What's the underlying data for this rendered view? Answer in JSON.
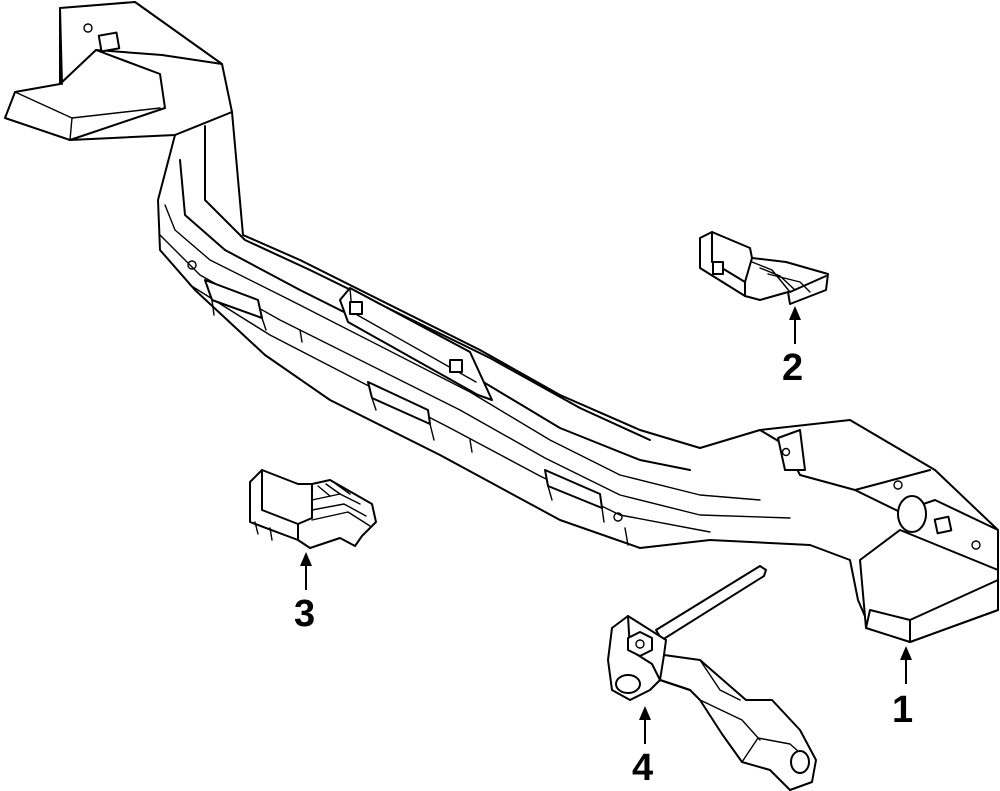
{
  "diagram": {
    "callouts": [
      {
        "id": "1",
        "label": "1"
      },
      {
        "id": "2",
        "label": "2"
      },
      {
        "id": "3",
        "label": "3"
      },
      {
        "id": "4",
        "label": "4"
      }
    ],
    "colors": {
      "line": "#000000",
      "fill": "#ffffff"
    }
  }
}
